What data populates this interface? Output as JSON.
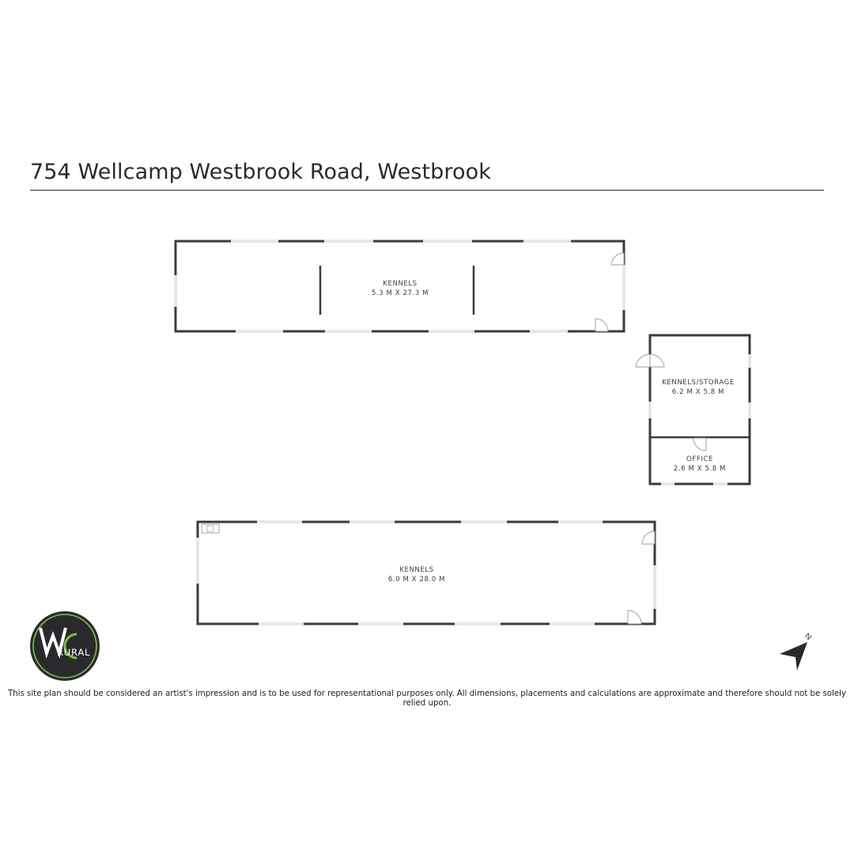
{
  "header": {
    "title": "754 Wellcamp Westbrook Road, Westbrook"
  },
  "rooms": {
    "kennels_top": {
      "name": "KENNELS",
      "dimensions": "5.3 M X 27.3 M"
    },
    "kennels_storage": {
      "name": "KENNELS/STORAGE",
      "dimensions": "6.2 M X 5.8 M"
    },
    "office": {
      "name": "OFFICE",
      "dimensions": "2.6 M X 5.8 M"
    },
    "kennels_bottom": {
      "name": "KENNELS",
      "dimensions": "6.0 M X 28.0 M"
    }
  },
  "logo": {
    "mark": "WC",
    "text": "RURAL",
    "icon": "wc-rural-logo-icon",
    "accent_color": "#7cc242",
    "background_color": "#2a2a2e"
  },
  "compass": {
    "label": "N",
    "icon": "north-arrow-icon"
  },
  "footer": {
    "disclaimer": "This site plan should be considered an artist's impression and is to be used for representational purposes only. All dimensions, placements and calculations are approximate and therefore should not be solely relied upon."
  },
  "colors": {
    "wall": "#3a3a44",
    "window": "#d8d8dc",
    "text": "#2a2a2e"
  }
}
